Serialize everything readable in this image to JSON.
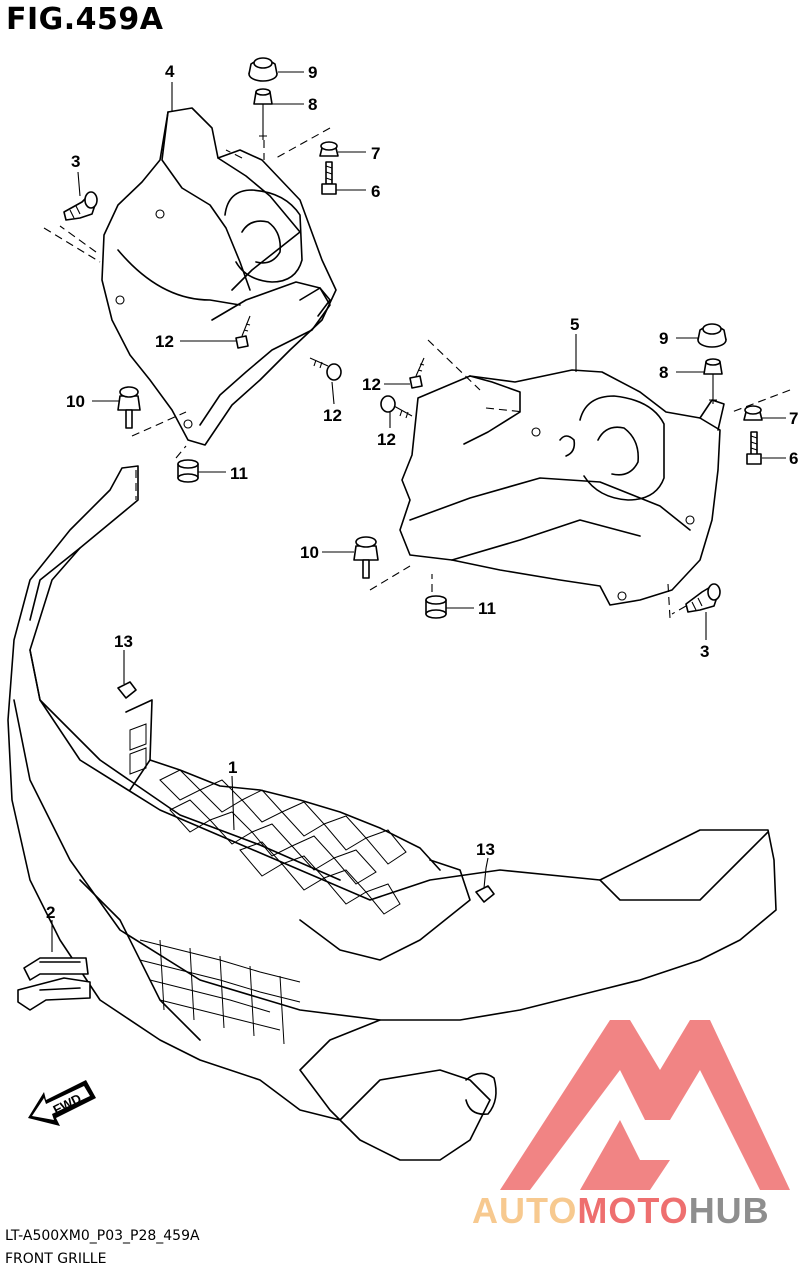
{
  "figure": {
    "title": "FIG.459A"
  },
  "callouts": {
    "c1": "1",
    "c2": "2",
    "c3a": "3",
    "c3b": "3",
    "c4": "4",
    "c5": "5",
    "c6a": "6",
    "c6b": "6",
    "c7a": "7",
    "c7b": "7",
    "c8a": "8",
    "c8b": "8",
    "c9a": "9",
    "c9b": "9",
    "c10a": "10",
    "c10b": "10",
    "c11a": "11",
    "c11b": "11",
    "c12a": "12",
    "c12b": "12",
    "c12c": "12",
    "c12d": "12",
    "c13a": "13",
    "c13b": "13"
  },
  "fwd_label": "FWD",
  "footer": {
    "code": "LT-A500XM0_P03_P28_459A",
    "name": "FRONT GRILLE"
  },
  "watermark": {
    "part1": "AUTO",
    "part2": "MOTO",
    "part3": "HUB"
  },
  "colors": {
    "line": "#000000",
    "watermark_red": "#ee6f6f",
    "watermark_orange": "#f7c98f",
    "watermark_gray": "#8e8e8e"
  }
}
